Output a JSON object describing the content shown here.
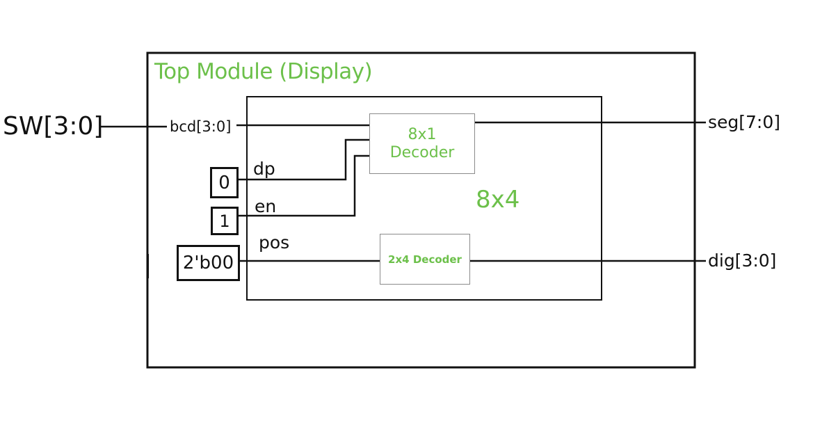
{
  "top_module": {
    "title": "Top Module (Display)"
  },
  "inner_module": {
    "label": "8x4"
  },
  "blocks": {
    "decoder_8x1": {
      "line1": "8x1",
      "line2": "Decoder"
    },
    "decoder_2x4": {
      "label": "2x4 Decoder"
    }
  },
  "ports": {
    "external_input": "SW[3:0]",
    "bcd": "bcd[3:0]",
    "seg": "seg[7:0]",
    "dig": "dig[3:0]"
  },
  "signals": {
    "dp": "dp",
    "en": "en",
    "pos": "pos"
  },
  "constants": {
    "dp_value": "0",
    "en_value": "1",
    "pos_value": "2'b00"
  },
  "colors": {
    "ink": "#111111",
    "accent": "#6cc04a",
    "block_border": "#8a8a8a"
  }
}
